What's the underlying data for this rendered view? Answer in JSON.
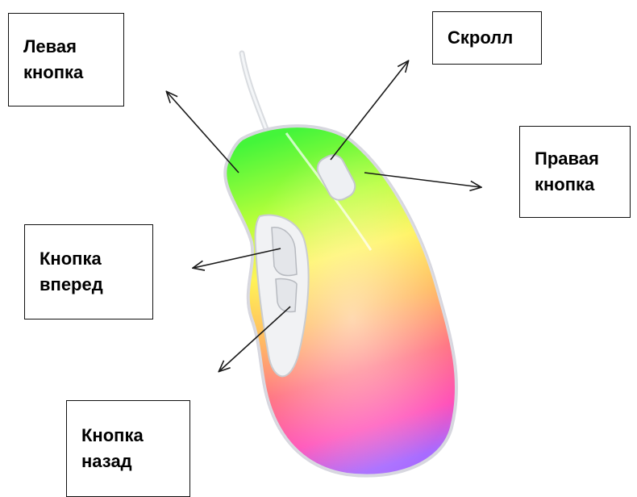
{
  "labels": {
    "left_button": [
      "Левая",
      "кнопка"
    ],
    "scroll": [
      "Скролл"
    ],
    "right_button": [
      "Правая",
      "кнопка"
    ],
    "forward_button": [
      "Кнопка",
      "вперед"
    ],
    "back_button": [
      "Кнопка",
      "назад"
    ]
  },
  "icons": {
    "mouse": "gaming-mouse-icon",
    "arrow": "arrow-icon"
  },
  "colors": {
    "label_border": "#111111",
    "arrow": "#1a1a1a",
    "mouse_gradient": [
      "#4dff3a",
      "#ffe94a",
      "#ff9a4a",
      "#ff5aa0",
      "#b06bff"
    ]
  }
}
